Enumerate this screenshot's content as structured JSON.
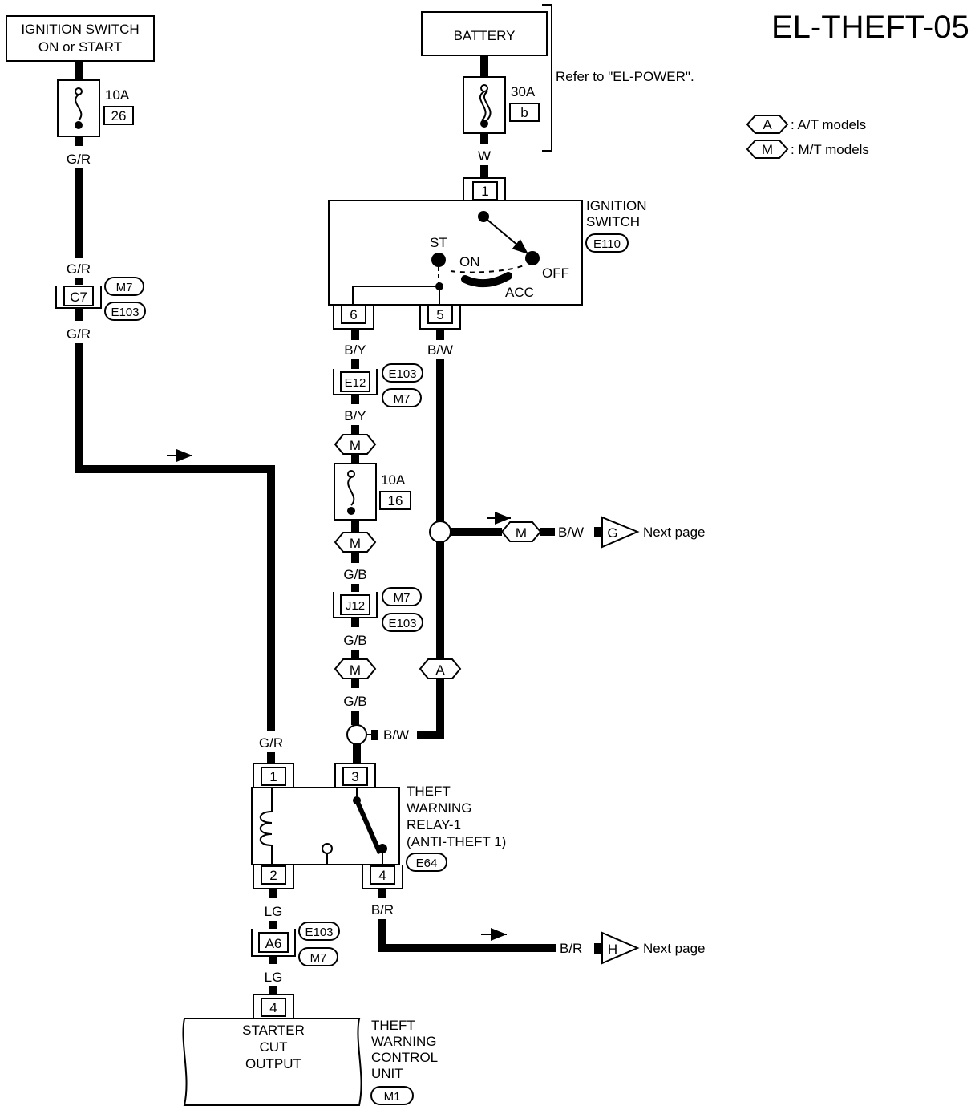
{
  "title": "EL-THEFT-05",
  "legend": {
    "a_symbol": "A",
    "a_text": ": A/T models",
    "m_symbol": "M",
    "m_text": ": M/T models"
  },
  "power": {
    "ign_line1": "IGNITION SWITCH",
    "ign_line2": "ON or START",
    "fuse1_amp": "10A",
    "fuse1_no": "26",
    "battery": "BATTERY",
    "fuse2_amp": "30A",
    "fuse2_no": "b",
    "refer": "Refer to \"EL-POWER\"."
  },
  "ignition_switch": {
    "name_line1": "IGNITION",
    "name_line2": "SWITCH",
    "connector": "E110",
    "pos_st": "ST",
    "pos_on": "ON",
    "pos_off": "OFF",
    "pos_acc": "ACC",
    "pin1": "1",
    "pin6": "6",
    "pin5": "5"
  },
  "wires": {
    "g_r": "G/R",
    "w": "W",
    "b_y": "B/Y",
    "b_w": "B/W",
    "g_b": "G/B",
    "lg": "LG",
    "b_r": "B/R"
  },
  "connectors": {
    "c7": "C7",
    "e12": "E12",
    "j12": "J12",
    "a6": "A6",
    "m7": "M7",
    "e103": "E103"
  },
  "fuse3": {
    "amp": "10A",
    "no": "16"
  },
  "model_tags": {
    "m": "M",
    "a": "A"
  },
  "next_page": {
    "g": "G",
    "h": "H",
    "text": "Next page"
  },
  "relay": {
    "line1": "THEFT",
    "line2": "WARNING",
    "line3": "RELAY-1",
    "line4": "(ANTI-THEFT 1)",
    "connector": "E64",
    "pin1": "1",
    "pin3": "3",
    "pin2": "2",
    "pin4": "4"
  },
  "control_unit": {
    "inner1": "STARTER",
    "inner2": "CUT",
    "inner3": "OUTPUT",
    "name1": "THEFT",
    "name2": "WARNING",
    "name3": "CONTROL",
    "name4": "UNIT",
    "connector": "M1",
    "pin": "4"
  }
}
